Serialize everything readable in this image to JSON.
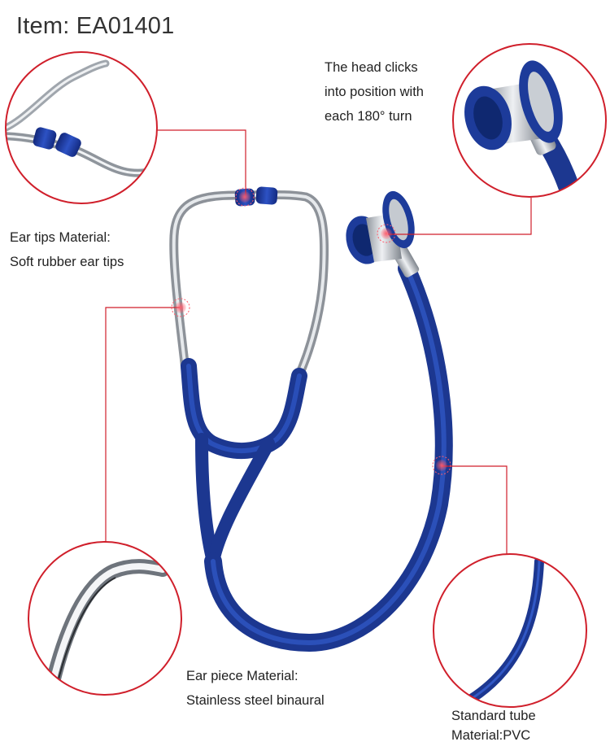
{
  "header": {
    "item_title": "Item: EA01401"
  },
  "callouts": {
    "head": {
      "line1": "The head clicks",
      "line2": "into position with",
      "line3": "each 180° turn"
    },
    "ear_tips": {
      "line1": "Ear tips Material:",
      "line2": "Soft rubber ear tips"
    },
    "ear_piece": {
      "line1": "Ear piece Material:",
      "line2": "Stainless steel binaural"
    },
    "tube": {
      "line1": "Standard tube",
      "line2": "Material:PVC"
    }
  },
  "colors": {
    "accent_red": "#d01f2b",
    "tube_blue": "#1f3f9e",
    "steel": "#c8ccd2"
  }
}
